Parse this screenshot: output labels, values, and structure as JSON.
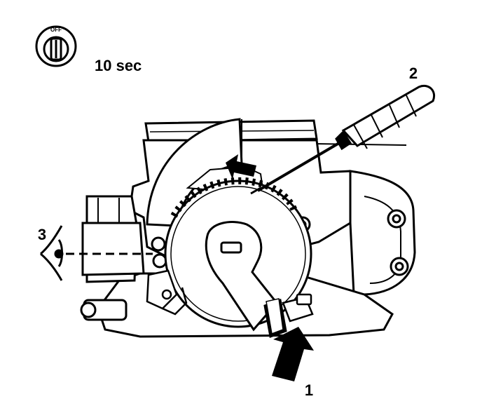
{
  "timer": {
    "knob_label": "OFF",
    "duration": "10 sec",
    "icon": "ignition-switch-off-icon"
  },
  "callouts": [
    {
      "id": "1",
      "label": "1",
      "target": "push-direction-arrow"
    },
    {
      "id": "2",
      "label": "2",
      "target": "screwdriver"
    },
    {
      "id": "3",
      "label": "3",
      "target": "viewing-eye"
    }
  ],
  "colors": {
    "ink": "#000000",
    "paper": "#ffffff"
  }
}
